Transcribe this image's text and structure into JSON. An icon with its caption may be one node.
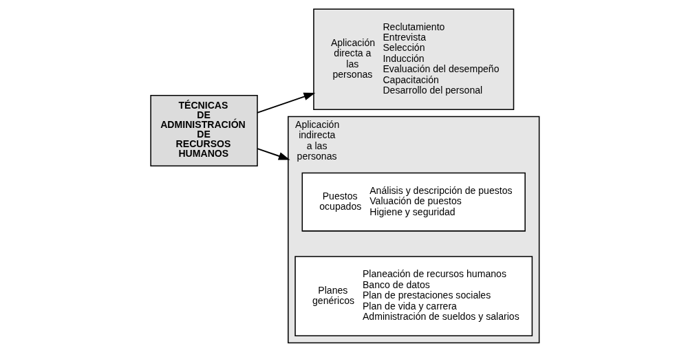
{
  "diagram": {
    "nodes": [
      {
        "text": [
          "TÉCNICAS DE ADMINISTRACIÓN DE RECURSOS HUMANOS"
        ]
      },
      {
        "text": [
          "Aplicación directa a las personas",
          "Reclutamiento",
          "Entrevista",
          "Selección",
          "Inducción",
          "Evaluación del desempeño",
          "Capacitación",
          "Desarrollo del personal"
        ]
      },
      {
        "text": [
          "Aplicación indirecta a las personas"
        ]
      },
      {
        "text": [
          "Puestos ocupados",
          "Análisis y descripción de puestos",
          "Valuación de puestos",
          "Higiene y seguridad"
        ],
        "in": 2
      },
      {
        "text": [
          "Planes genéricos",
          "Planeación de recursos humanos",
          "Banco de datos",
          "Plan de prestaciones sociales",
          "Plan de vida y carrera",
          "Administración de sueldos y salarios"
        ],
        "in": 2
      }
    ],
    "edges": [
      {
        "from": 0,
        "to": 1,
        "arrow": "to"
      },
      {
        "from": 0,
        "to": 2,
        "arrow": "to"
      }
    ]
  }
}
